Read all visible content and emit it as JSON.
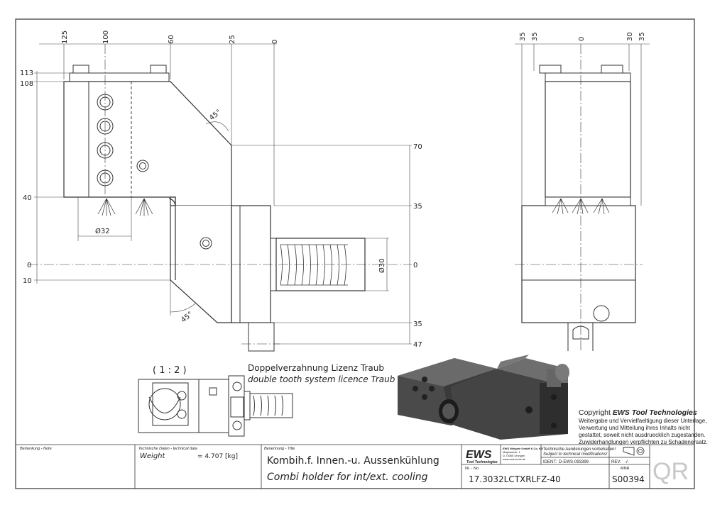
{
  "dims_top_left": [
    "125",
    "100",
    "60",
    "25",
    "0"
  ],
  "dims_left": [
    "113",
    "108",
    "40",
    "0",
    "10"
  ],
  "dims_right_mid": [
    "70",
    "35",
    "0",
    "35",
    "47"
  ],
  "dims_top_right": [
    "35",
    "35",
    "0",
    "30",
    "35"
  ],
  "dia_32": "Ø32",
  "dia_30": "Ø30",
  "angle_top": "45°",
  "angle_bottom": "45°",
  "scale_label": "( 1 : 2 )",
  "note_de": "Doppelverzahnung Lizenz Traub",
  "note_en": "double tooth system licence Traub",
  "copyright": {
    "line1_prefix": "Copyright ",
    "line1_brand": "EWS Tool Technologies",
    "line2": "Weitergabe und Vervielfaeltigung dieser Unterlage,",
    "line3": "Verwertung und Mitteilung ihres Inhalts nicht",
    "line4": "gestattet, soweit nicht ausdruecklich zugestanden.",
    "line5": "Zuwiderhandlungen verpflichten zu Schadenersatz."
  },
  "title_block": {
    "note_label": "Bemerkung - Note",
    "tech_label": "Technische Daten - technical data",
    "weight_label": "Weight",
    "weight_value": "=  4.707 [kg]",
    "title_label": "Benennung - Title",
    "title_de": "Kombih.f. Innen.-u. Aussenkühlung",
    "title_en": "Combi holder for int/ext. cooling",
    "logo": "EWS",
    "logo_sub": "Tool Technologies",
    "company_1": "EWS Weigele GmbH & Co. KG",
    "company_2": "Maybachstr. 1",
    "company_3": "D-73066 Uhingen",
    "company_4": "www.ews-tools.de",
    "change_de": "Technische Aenderungen vorbehalten!",
    "change_en": "Subject to technical modifications!",
    "ident_label": "IDENT:",
    "ident_value": "D-EWS-093399",
    "rev_label": "REV:",
    "rev_value": "-/-",
    "nr_label": "Nr. - No",
    "part_number": "17.3032LCTXRLFZ-40",
    "mnr_label": "MNR",
    "mnr_value": "S00394",
    "qr": "QR"
  }
}
